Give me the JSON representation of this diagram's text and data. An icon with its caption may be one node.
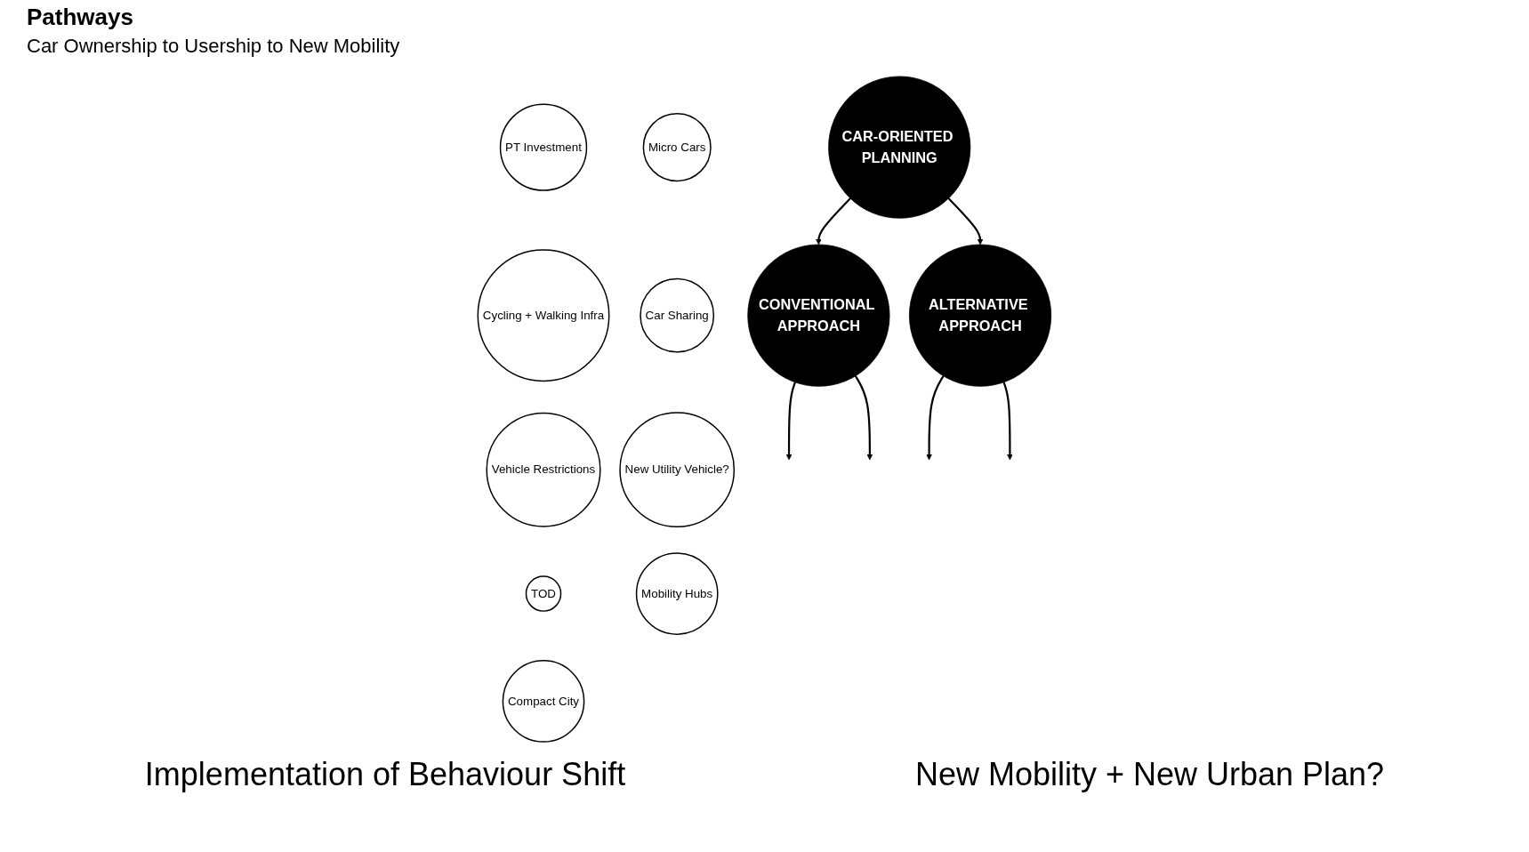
{
  "diagram": {
    "title": "Pathways",
    "nodes": [
      {
        "text": [
          "CAR-ORIENTED PLANNING"
        ]
      },
      {
        "text": [
          "CONVENTIONAL APPROACH"
        ]
      },
      {
        "text": [
          "ALTERNATIVE APPROACH"
        ]
      },
      {
        "text": [
          "PT Investment"
        ]
      },
      {
        "text": [
          "Cycling + Walking Infra"
        ]
      },
      {
        "text": [
          "Vehicle Restrictions"
        ]
      },
      {
        "text": [
          "TOD"
        ]
      },
      {
        "text": [
          "Compact City"
        ]
      },
      {
        "text": [
          "Micro Cars"
        ]
      },
      {
        "text": [
          "Car Sharing"
        ]
      },
      {
        "text": [
          "New Utility Vehicle?"
        ]
      },
      {
        "text": [
          "Mobility Hubs"
        ]
      }
    ],
    "edges": [
      {
        "from": 0,
        "to": 1,
        "arrow": "to"
      },
      {
        "from": 0,
        "to": 2,
        "arrow": "to"
      },
      {
        "from": 1,
        "to": null,
        "arrow": "to"
      },
      {
        "from": 1,
        "to": null,
        "arrow": "to"
      },
      {
        "from": 2,
        "to": null,
        "arrow": "to"
      },
      {
        "from": 2,
        "to": null,
        "arrow": "to"
      }
    ],
    "labels": [
      "Car Ownership to Usership to New Mobility",
      "Implementation of Behaviour Shift",
      "New Mobility + New Urban Plan?"
    ]
  }
}
